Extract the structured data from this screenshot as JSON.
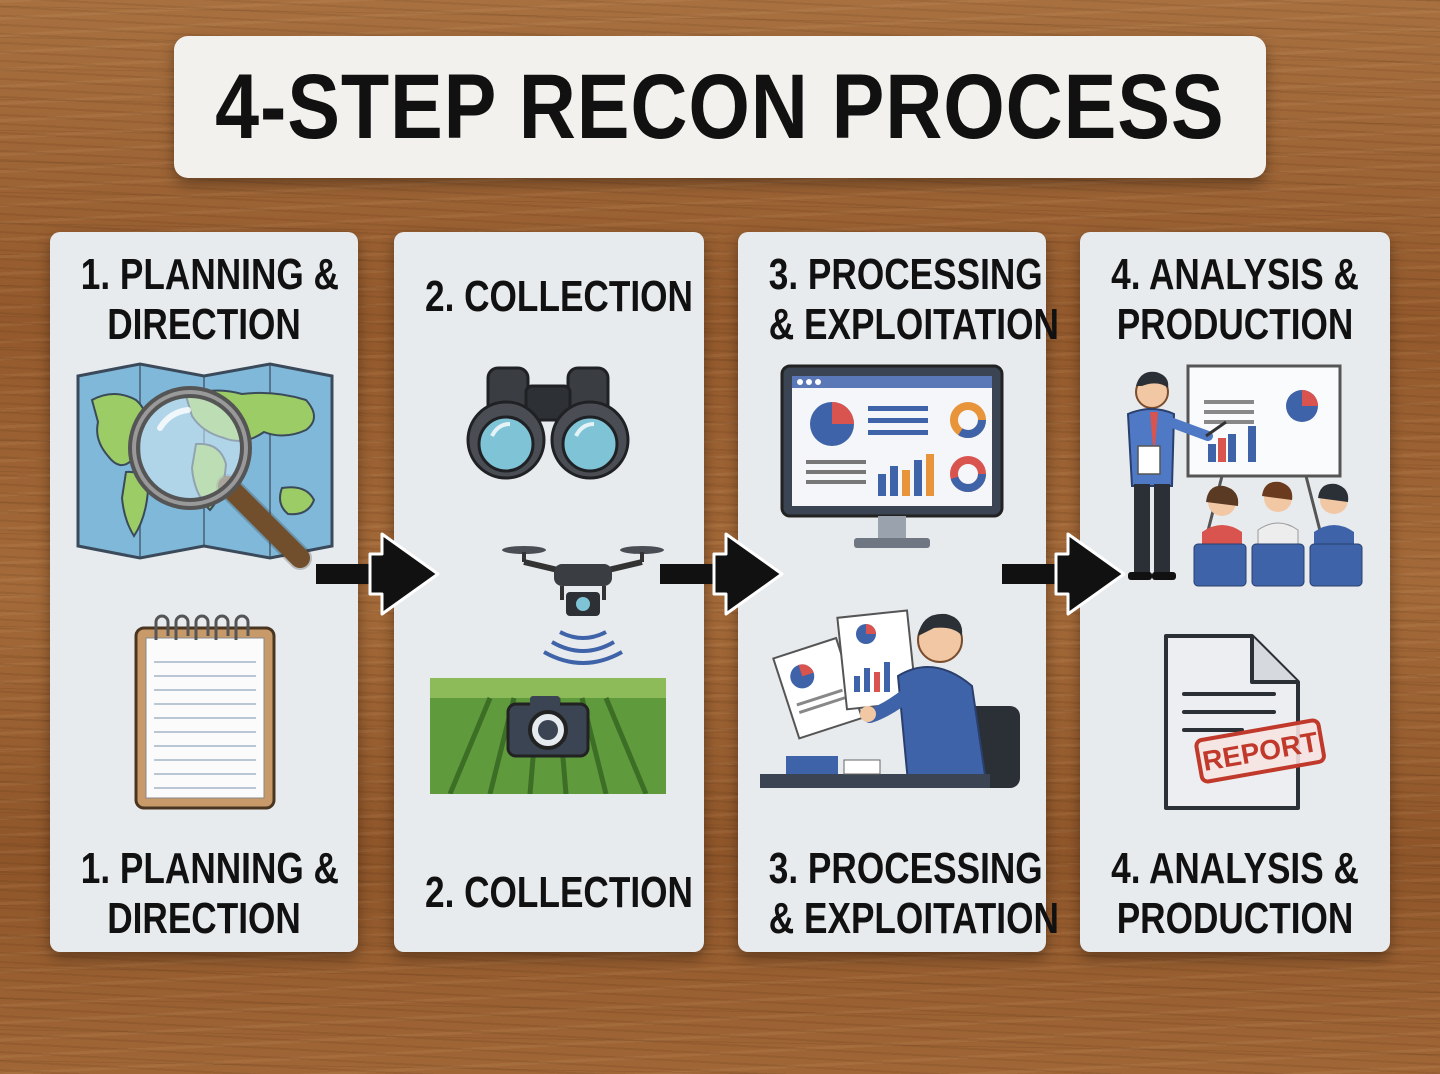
{
  "title": "4-STEP RECON PROCESS",
  "steps": [
    {
      "heading_top": [
        "1. PLANNING &",
        "DIRECTION"
      ],
      "heading_bottom": [
        "1. PLANNING &",
        "DIRECTION"
      ],
      "icons": [
        "world-map-icon",
        "magnifying-glass-icon",
        "notepad-icon"
      ]
    },
    {
      "heading_top": [
        "2. COLLECTION"
      ],
      "heading_bottom": [
        "2. COLLECTION"
      ],
      "icons": [
        "binoculars-icon",
        "drone-icon",
        "camera-icon"
      ]
    },
    {
      "heading_top": [
        "3. PROCESSING",
        "& EXPLOITATION"
      ],
      "heading_bottom": [
        "3. PROCESSING",
        "& EXPLOITATION"
      ],
      "icons": [
        "dashboard-monitor-icon",
        "analyst-reviewing-documents-icon"
      ]
    },
    {
      "heading_top": [
        "4. ANALYSIS &",
        "PRODUCTION"
      ],
      "heading_bottom": [
        "4. ANALYSIS &",
        "PRODUCTION"
      ],
      "icons": [
        "presenter-audience-icon",
        "report-document-icon"
      ],
      "report_stamp": "REPORT"
    }
  ],
  "colors": {
    "panel": "#e8ebee",
    "banner": "#f2f1ed",
    "arrow": "#111111",
    "accent_blue": "#3f63a8",
    "accent_red": "#d9534f",
    "stamp_red": "#c0392b"
  }
}
